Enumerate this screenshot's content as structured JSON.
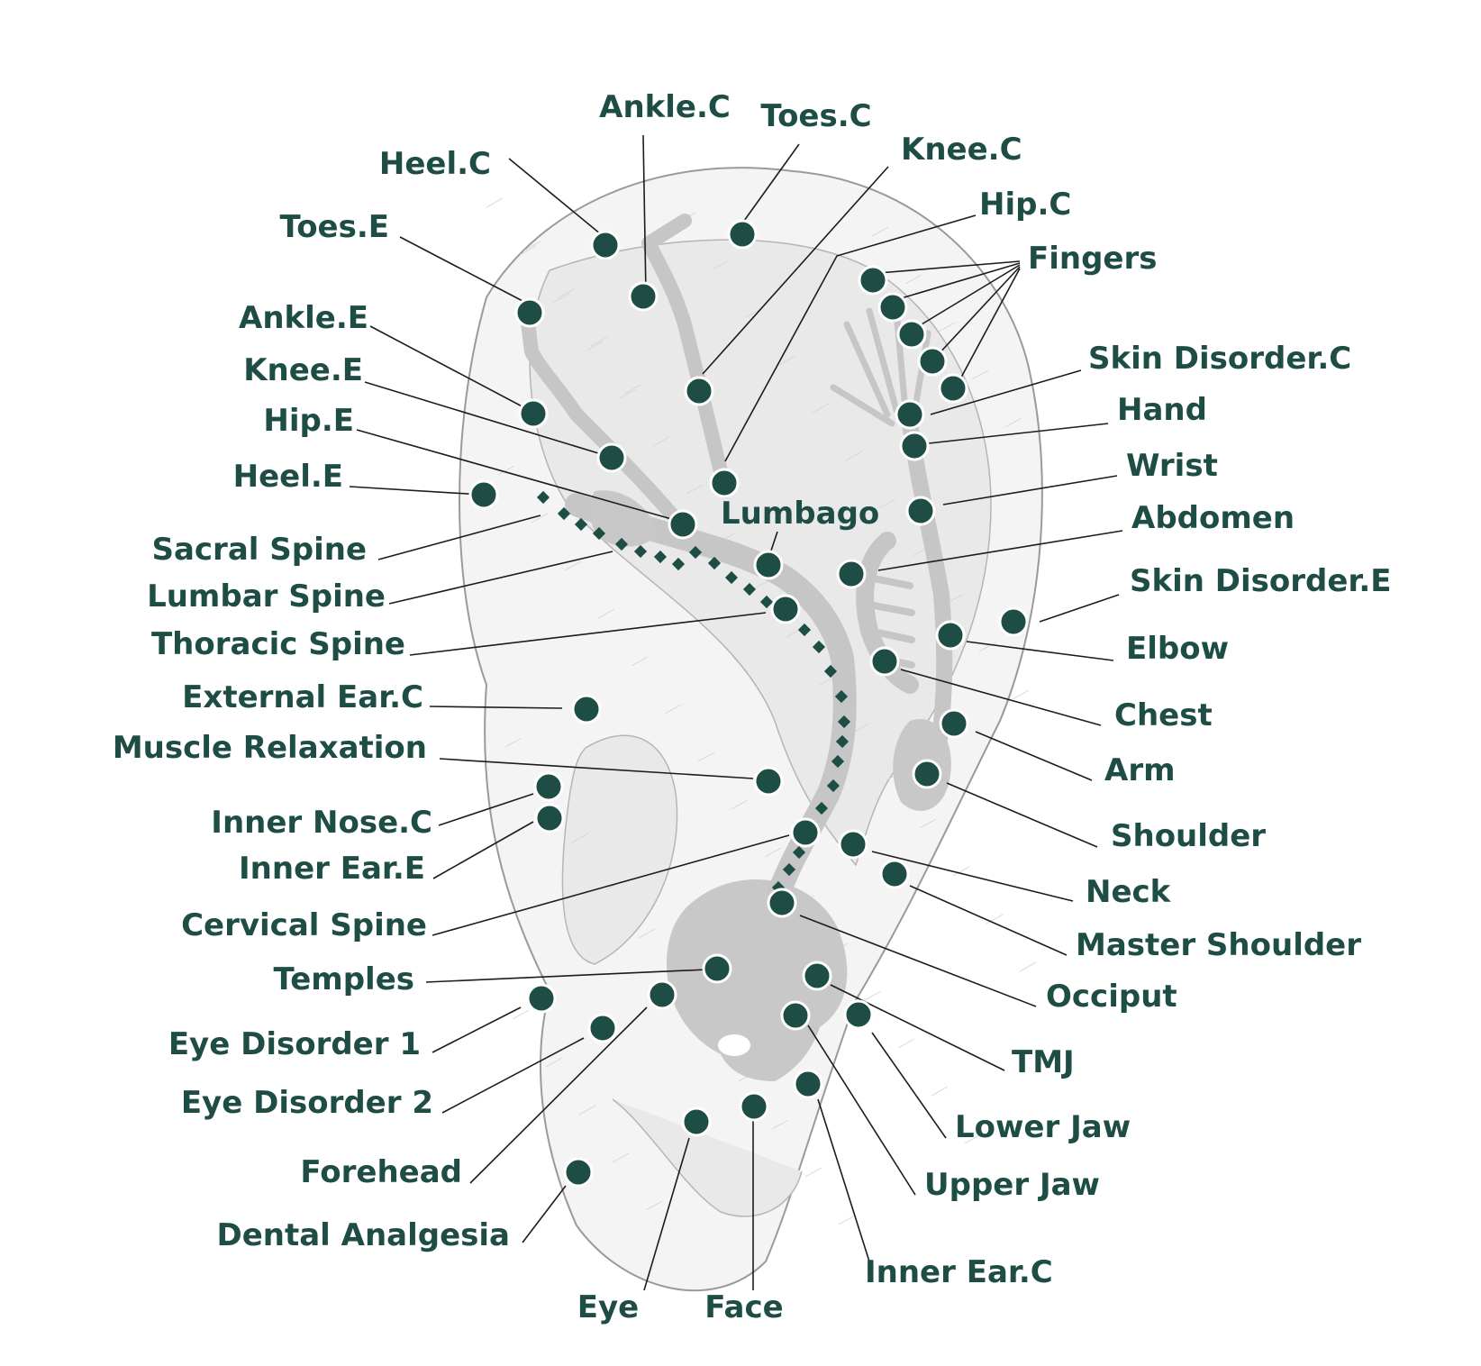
{
  "colors": {
    "label": "#1e4d45",
    "point": "#1e4d45",
    "leader": "#1c1c1c",
    "ear": "#f4f4f4",
    "skeleton": "#c6c6c6"
  },
  "labels": {
    "ankle_c": "Ankle.C",
    "toes_c": "Toes.C",
    "heel_c": "Heel.C",
    "knee_c": "Knee.C",
    "hip_c": "Hip.C",
    "toes_e": "Toes.E",
    "fingers": "Fingers",
    "ankle_e": "Ankle.E",
    "skin_disorder_c": "Skin Disorder.C",
    "knee_e": "Knee.E",
    "hand": "Hand",
    "hip_e": "Hip.E",
    "wrist": "Wrist",
    "heel_e": "Heel.E",
    "lumbago": "Lumbago",
    "abdomen": "Abdomen",
    "sacral_spine": "Sacral Spine",
    "lumbar_spine": "Lumbar Spine",
    "skin_disorder_e": "Skin Disorder.E",
    "thoracic_spine": "Thoracic Spine",
    "elbow": "Elbow",
    "external_ear_c": "External Ear.C",
    "chest": "Chest",
    "muscle_relaxation": "Muscle Relaxation",
    "arm": "Arm",
    "inner_nose_c": "Inner Nose.C",
    "shoulder": "Shoulder",
    "inner_ear_e": "Inner Ear.E",
    "neck": "Neck",
    "cervical_spine": "Cervical Spine",
    "master_shoulder": "Master Shoulder",
    "temples": "Temples",
    "occiput": "Occiput",
    "eye_disorder_1": "Eye Disorder 1",
    "tmj": "TMJ",
    "eye_disorder_2": "Eye Disorder 2",
    "lower_jaw": "Lower Jaw",
    "forehead": "Forehead",
    "upper_jaw": "Upper Jaw",
    "dental_analgesia": "Dental Analgesia",
    "inner_ear_c": "Inner Ear.C",
    "eye": "Eye",
    "face": "Face"
  }
}
